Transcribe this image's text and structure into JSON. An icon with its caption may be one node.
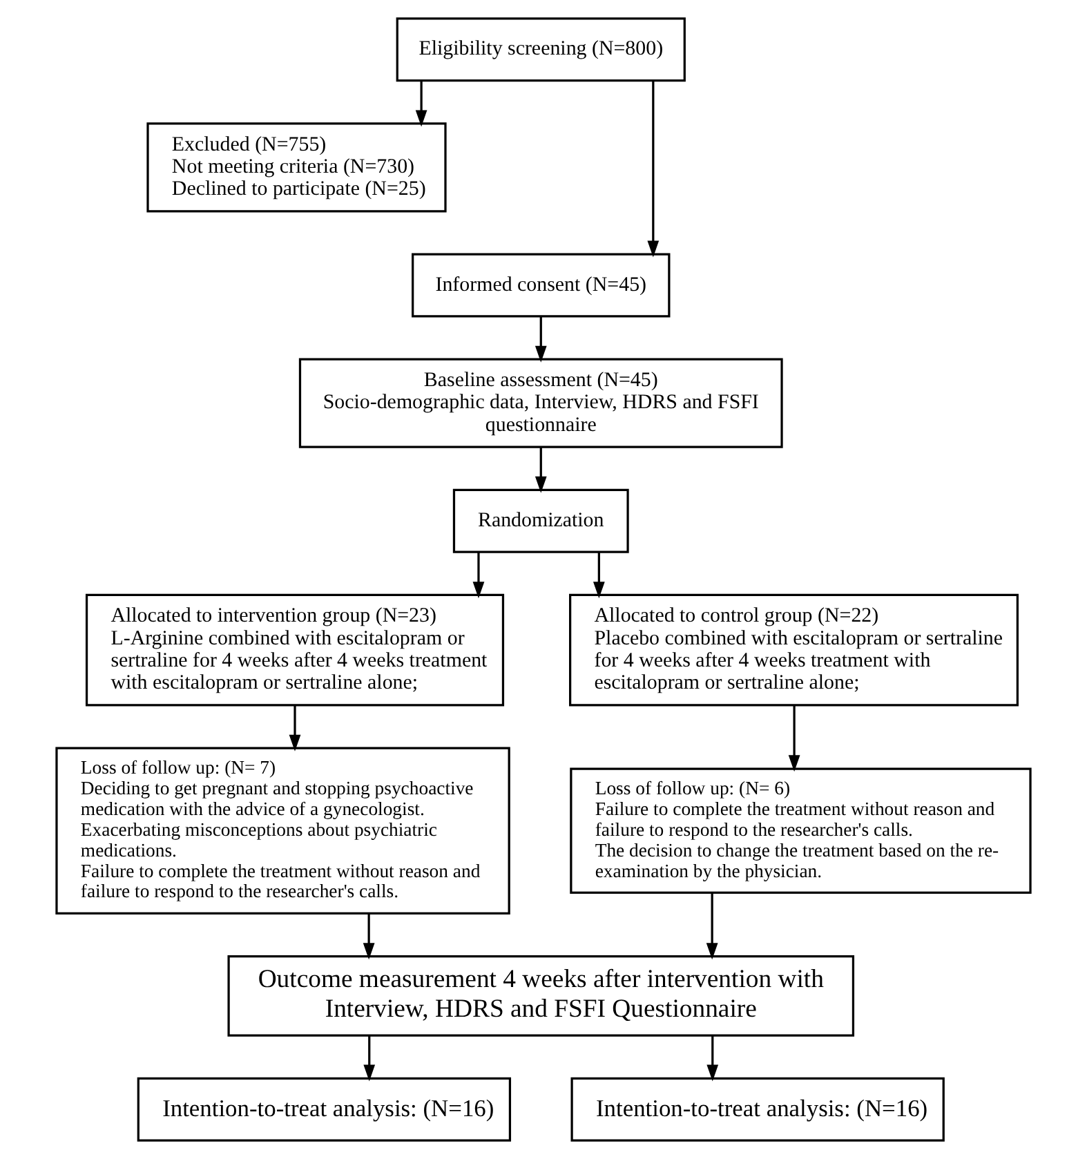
{
  "diagram": {
    "nodes": [
      {
        "text": [
          "Eligibility screening (N=800)"
        ]
      },
      {
        "text": [
          "Excluded (N=755)",
          "Not meeting criteria (N=730)",
          "Declined to participate (N=25)"
        ]
      },
      {
        "text": [
          "Informed consent (N=45)"
        ]
      },
      {
        "text": [
          "Baseline assessment (N=45)",
          "Socio-demographic data, Interview, HDRS and FSFI questionnaire"
        ]
      },
      {
        "text": [
          "Randomization"
        ]
      },
      {
        "text": [
          "Allocated to intervention group (N=23)",
          "L-Arginine combined with escitalopram or sertraline for 4 weeks after 4 weeks treatment with escitalopram or sertraline alone;"
        ]
      },
      {
        "text": [
          "Allocated to control group (N=22)",
          "Placebo combined with escitalopram or sertraline for 4 weeks after 4 weeks treatment with escitalopram or sertraline alone;"
        ]
      },
      {
        "text": [
          "Loss of follow up: (N= 7)",
          "Deciding to get pregnant and stopping psychoactive medication with the advice of a gynecologist.",
          "Exacerbating misconceptions about psychiatric medications.",
          "Failure to complete the treatment without reason and failure to respond to the researcher's calls."
        ]
      },
      {
        "text": [
          "Loss of follow up: (N= 6)",
          "Failure to complete the treatment without reason and failure to respond to the researcher's calls.",
          "The decision to change the treatment based on the re-examination by the physician."
        ]
      },
      {
        "text": [
          "Outcome measurement 4 weeks after intervention with Interview, HDRS and FSFI Questionnaire"
        ]
      },
      {
        "text": [
          "Intention-to-treat analysis: (N=16)"
        ]
      },
      {
        "text": [
          "Intention-to-treat analysis: (N=16)"
        ]
      }
    ],
    "edges": [
      {
        "from": 0,
        "to": 2,
        "arrow": "to"
      },
      {
        "from": 0,
        "to": 1,
        "arrow": "to"
      },
      {
        "from": 2,
        "to": 3,
        "arrow": "to"
      },
      {
        "from": 3,
        "to": 4,
        "arrow": "to"
      },
      {
        "from": 4,
        "to": 5,
        "arrow": "to"
      },
      {
        "from": 4,
        "to": 6,
        "arrow": "to"
      },
      {
        "from": 5,
        "to": 7,
        "arrow": "to"
      },
      {
        "from": 6,
        "to": 8,
        "arrow": "to"
      },
      {
        "from": 7,
        "to": 9,
        "arrow": "to"
      },
      {
        "from": 8,
        "to": 9,
        "arrow": "to"
      },
      {
        "from": 9,
        "to": 10,
        "arrow": "to"
      },
      {
        "from": 9,
        "to": 11,
        "arrow": "to"
      }
    ]
  }
}
